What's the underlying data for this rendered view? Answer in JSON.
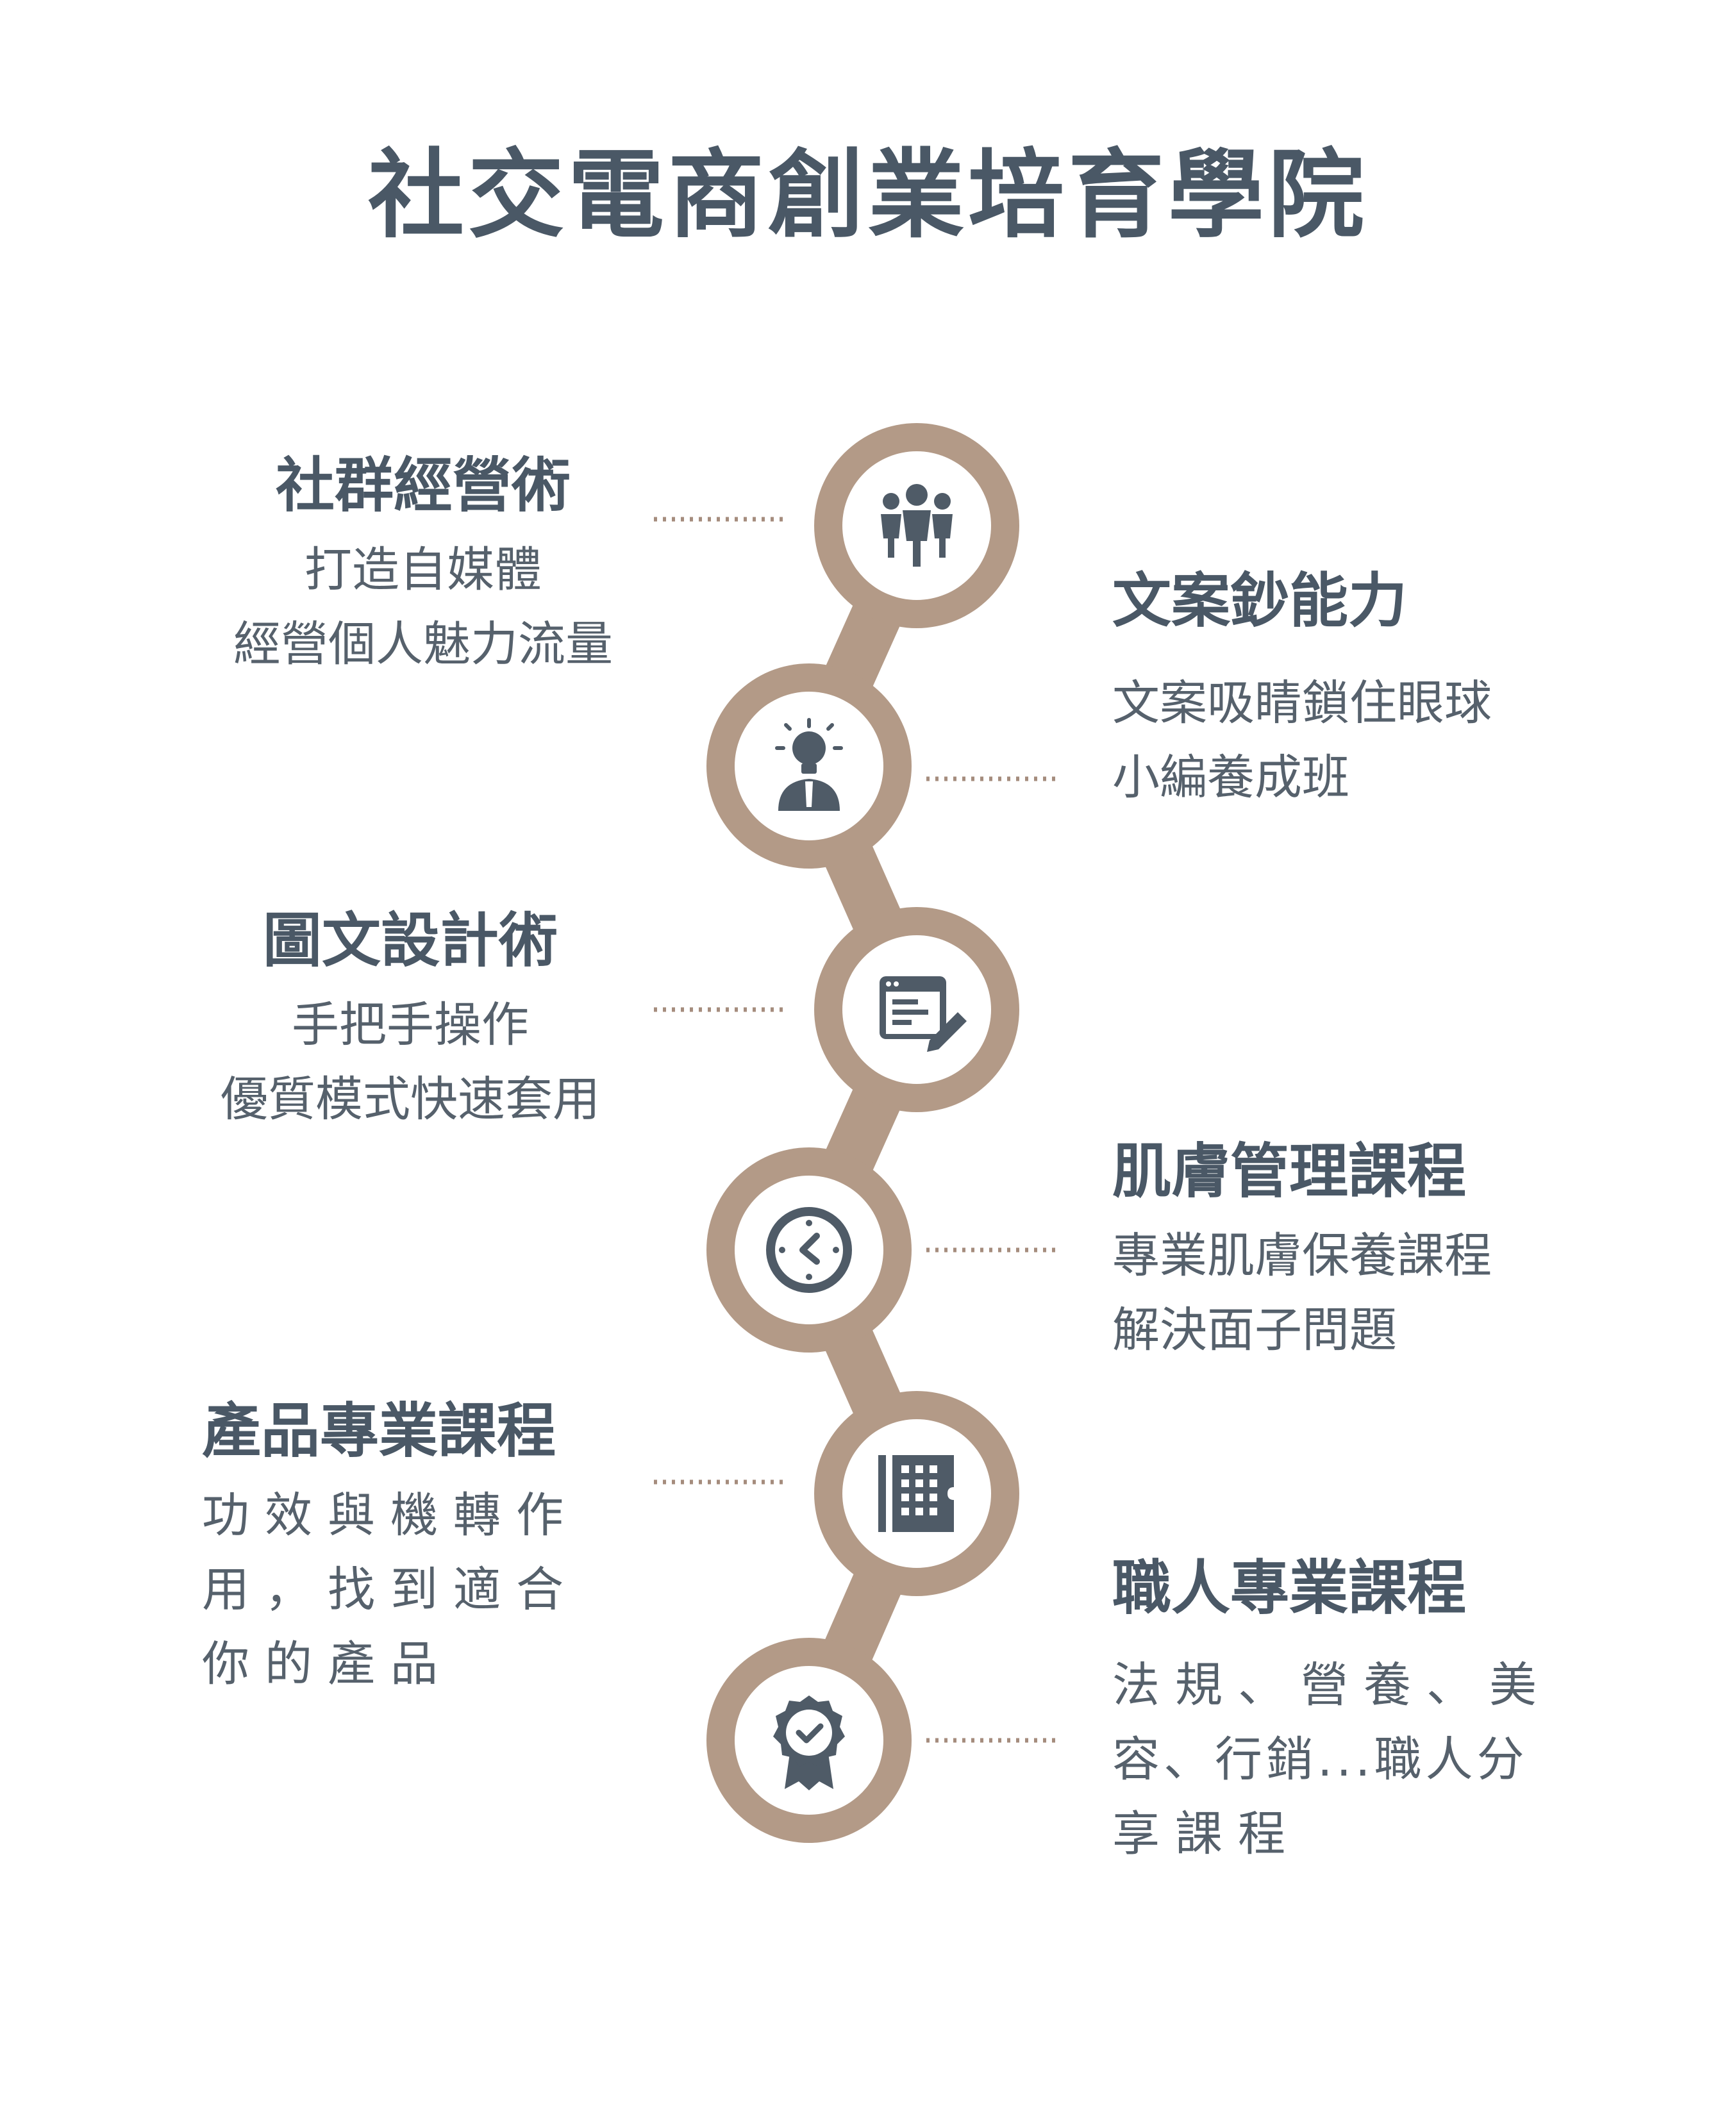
{
  "title": "社交電商創業培育學院",
  "colors": {
    "chain": "#b39a87",
    "text": "#4f5b67",
    "dots": "#a58c7d"
  },
  "items": [
    {
      "heading": "社群經營術",
      "lines": [
        "打造自媒體",
        "經營個人魅力流量"
      ],
      "icon": "people-group-icon"
    },
    {
      "heading": "文案鈔能力",
      "lines": [
        "文案吸睛鎖住眼球",
        "小編養成班"
      ],
      "icon": "lightbulb-person-icon"
    },
    {
      "heading": "圖文設計術",
      "lines": [
        "手把手操作",
        "優質模式快速套用"
      ],
      "icon": "design-edit-icon"
    },
    {
      "heading": "肌膚管理課程",
      "lines": [
        "專業肌膚保養課程",
        "解決面子問題"
      ],
      "icon": "clock-icon"
    },
    {
      "heading": "產品專業課程",
      "lines": [
        "功效與機轉作",
        "用，找到適合",
        "你的產品"
      ],
      "icon": "product-grid-icon"
    },
    {
      "heading": "職人專業課程",
      "lines": [
        "法規、營養、美",
        "容、行銷...職人分",
        "享課程"
      ],
      "icon": "award-badge-icon"
    }
  ]
}
